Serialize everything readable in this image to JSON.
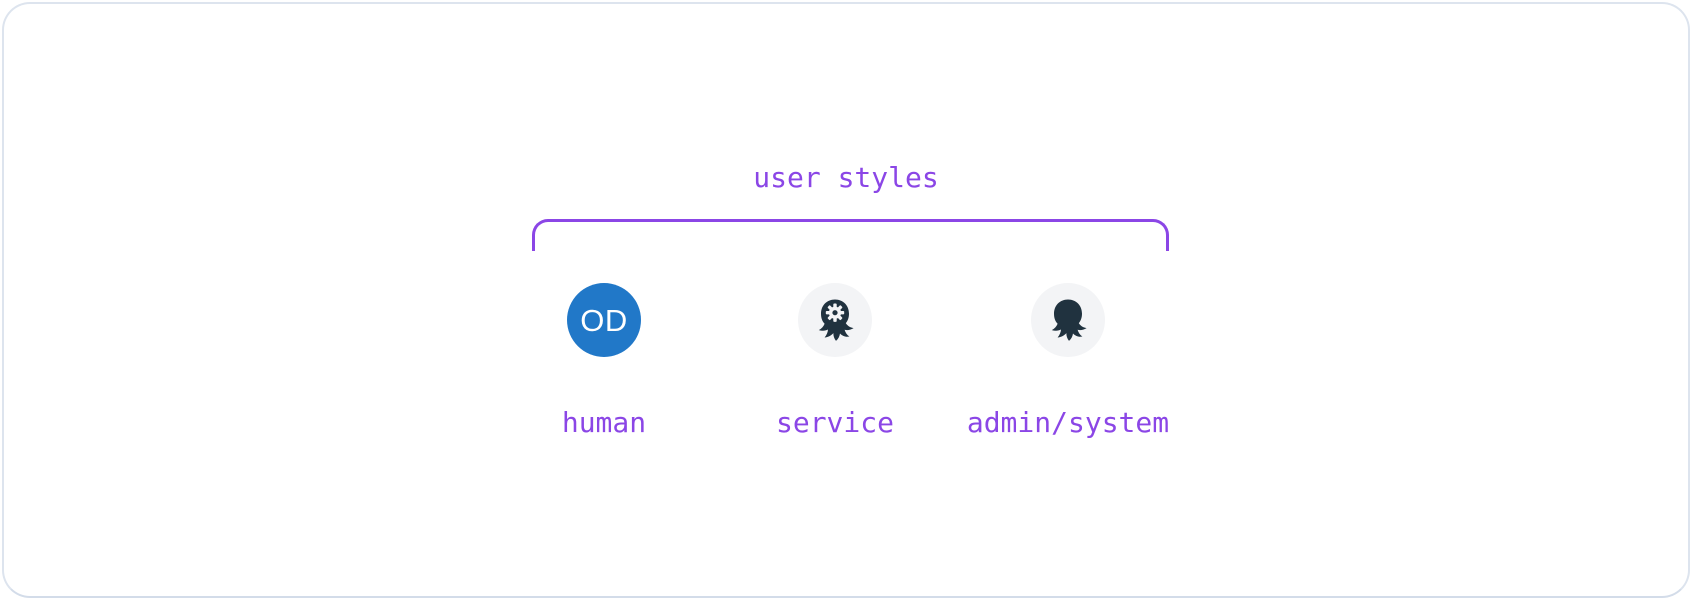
{
  "diagram": {
    "title": "user styles",
    "accent_color": "#8b46e6",
    "card_background": "#ffffff",
    "card_border_color": "#dde4ee"
  },
  "users": [
    {
      "label": "human",
      "avatar_kind": "initials",
      "initials": "OD",
      "avatar_bg": "#2178c8",
      "avatar_fg": "#ffffff"
    },
    {
      "label": "service",
      "avatar_kind": "octopus-with-gear",
      "avatar_bg": "#f3f4f6",
      "avatar_fg": "#20323f"
    },
    {
      "label": "admin/system",
      "avatar_kind": "octopus",
      "avatar_bg": "#f3f4f6",
      "avatar_fg": "#20323f"
    }
  ]
}
